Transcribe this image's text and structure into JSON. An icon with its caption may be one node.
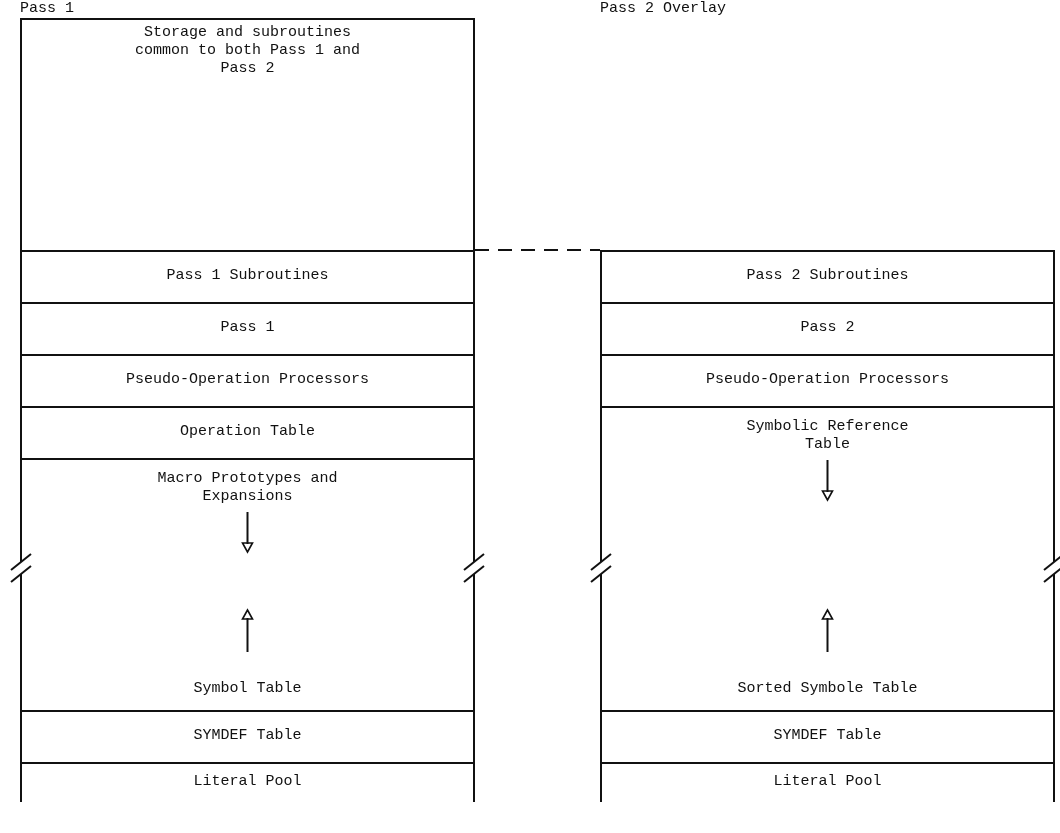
{
  "diagram": {
    "nodes": [
      {
        "text": [
          "Storage and subroutines common to both Pass 1 and Pass 2"
        ]
      },
      {
        "text": [
          "Pass 1 Subroutines"
        ]
      },
      {
        "text": [
          "Pass 1"
        ]
      },
      {
        "text": [
          "Pseudo-Operation Processors"
        ]
      },
      {
        "text": [
          "Operation Table"
        ]
      },
      {
        "text": [
          "Macro Prototypes and Expansions",
          "Symbol Table"
        ]
      },
      {
        "text": [
          "SYMDEF Table"
        ]
      },
      {
        "text": [
          "Literal Pool"
        ]
      },
      {
        "text": [
          "Pass 2 Subroutines"
        ]
      },
      {
        "text": [
          "Pass 2"
        ]
      },
      {
        "text": [
          "Pseudo-Operation Processors"
        ]
      },
      {
        "text": [
          "Symbolic Reference Table",
          "Sorted Symbole Table"
        ]
      },
      {
        "text": [
          "SYMDEF Table"
        ]
      },
      {
        "text": [
          "Literal Pool"
        ]
      }
    ],
    "edges": [
      {
        "from": 0,
        "to": 8,
        "arrow": "none",
        "style": "dashed"
      }
    ],
    "labels": [
      "Pass 1",
      "Pass 2 Overlay"
    ]
  }
}
